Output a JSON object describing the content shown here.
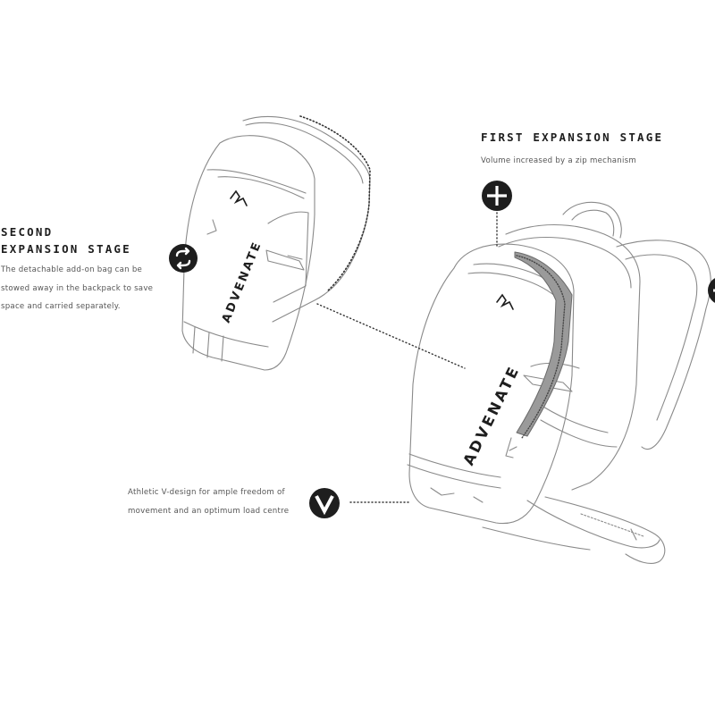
{
  "callouts": {
    "second_stage": {
      "title_lines": [
        "SECOND",
        "EXPANSION STAGE"
      ],
      "body_lines": [
        "The detachable add-on bag can be",
        "stowed away in the backpack to save",
        "space and carried separately."
      ],
      "icon": "expand-arrows-icon"
    },
    "first_stage": {
      "title": "FIRST EXPANSION STAGE",
      "body": "Volume increased by a zip mechanism",
      "icon": "cross-circle-icon"
    },
    "v_design": {
      "body_lines": [
        "Athletic V-design for ample freedom of",
        "movement and an optimum load centre"
      ],
      "icon": "v-design-icon"
    },
    "edge_icon": {
      "icon": "minus-circle-icon"
    }
  },
  "brand": {
    "logo_text": "ADVENATE"
  },
  "colors": {
    "ink": "#1e1e1e",
    "line": "#8a8a8a",
    "zip_fill": "#9a9a9a",
    "bg": "#ffffff"
  }
}
